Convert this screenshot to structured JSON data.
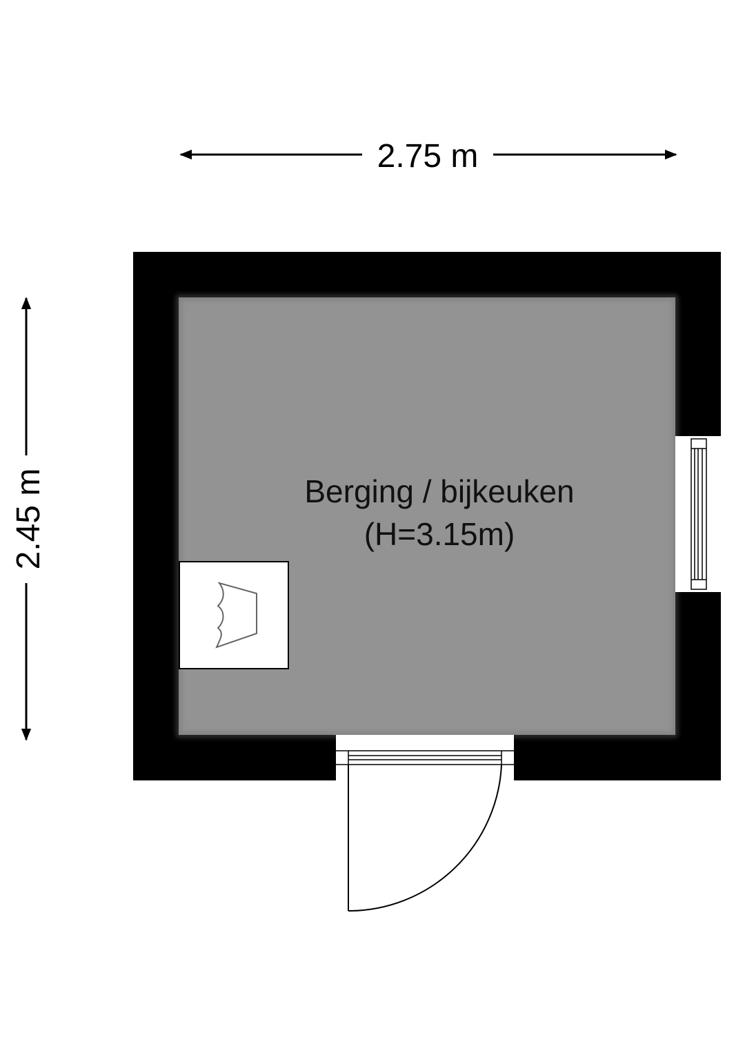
{
  "dimensions": {
    "width_label": "2.75 m",
    "height_label": "2.45 m"
  },
  "room": {
    "name": "Berging / bijkeuken",
    "ceiling_height": "(H=3.15m)"
  },
  "colors": {
    "wall": "#000000",
    "floor": "#939393",
    "fixture": "#ffffff",
    "line": "#000000"
  },
  "icons": {
    "sink": "washbasin-icon",
    "door": "door-icon",
    "window": "window-icon"
  }
}
